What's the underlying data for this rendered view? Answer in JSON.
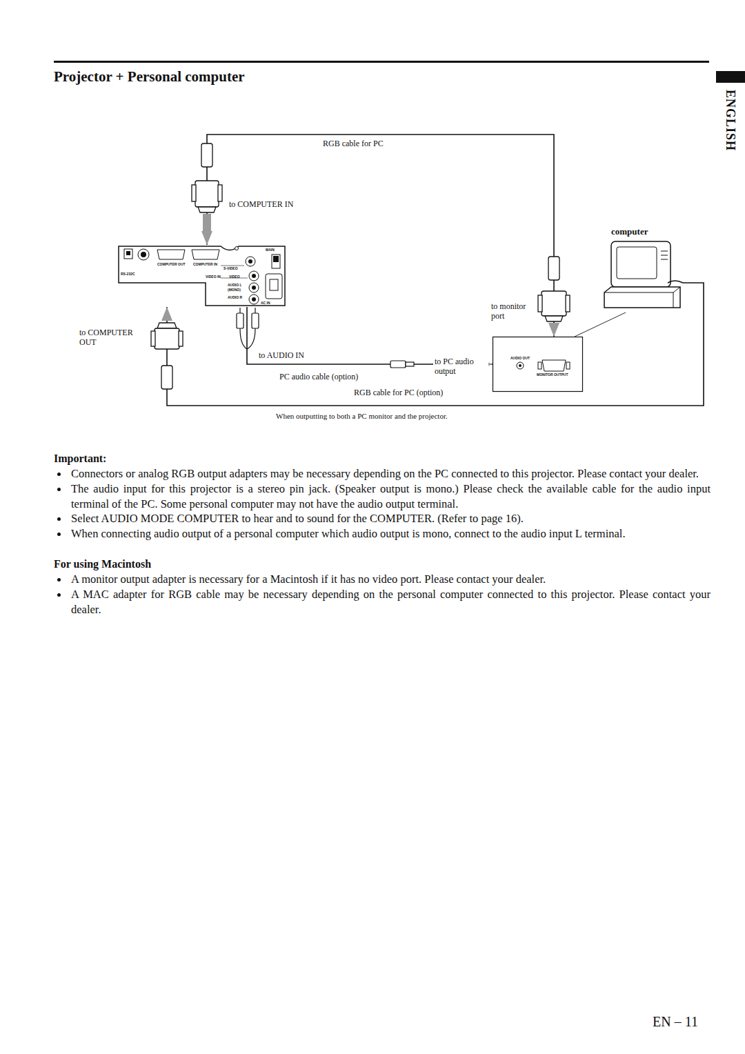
{
  "diagram": {
    "title": "Projector + Personal computer",
    "caption": "When outputting to both a PC monitor and the projector.",
    "nodes": [
      {
        "text": [
          "RS-232C",
          "COMPUTER OUT",
          "COMPUTER IN",
          "S-VIDEO",
          "VIDEO IN",
          "VIDEO",
          "AUDIO L",
          "(MONO)",
          "AUDIO R",
          "MAIN",
          "AC IN"
        ]
      },
      {
        "text": [
          "computer"
        ]
      },
      {
        "text": [
          "AUDIO OUT",
          "MONITOR OUTPUT"
        ]
      }
    ],
    "edges": [
      {
        "from": 2,
        "to": 0,
        "arrow": "both",
        "label": "RGB cable for PC"
      },
      {
        "from": 1,
        "to": 0,
        "arrow": "to",
        "label": "RGB cable for PC (option)"
      },
      {
        "from": 0,
        "to": 2,
        "arrow": "to",
        "label": "PC audio cable (option)"
      },
      {
        "from": 1,
        "to": 2,
        "arrow": "none"
      }
    ],
    "labels": [
      "ENGLISH",
      "to COMPUTER IN",
      "to COMPUTER OUT",
      "to monitor port",
      "to AUDIO IN",
      "to PC audio output",
      "Important:",
      "Connectors or analog RGB output adapters may be necessary depending on the PC connected to this projector. Please contact your dealer.",
      "The audio input for this projector is a stereo pin jack. (Speaker output is mono.) Please check the available cable for the audio input terminal of the PC. Some personal computer may not have the audio output terminal.",
      "Select AUDIO MODE COMPUTER to hear and to sound for the COMPUTER. (Refer to page 16).",
      "When connecting audio output of a personal computer which audio output is mono, connect to the audio input L terminal.",
      "For using Macintosh",
      "A monitor output adapter is necessary for a Macintosh if it has no video port. Please contact your dealer.",
      "A MAC adapter for RGB cable may be necessary depending on the personal computer connected to this projector. Please contact your dealer.",
      "EN – 11"
    ]
  }
}
